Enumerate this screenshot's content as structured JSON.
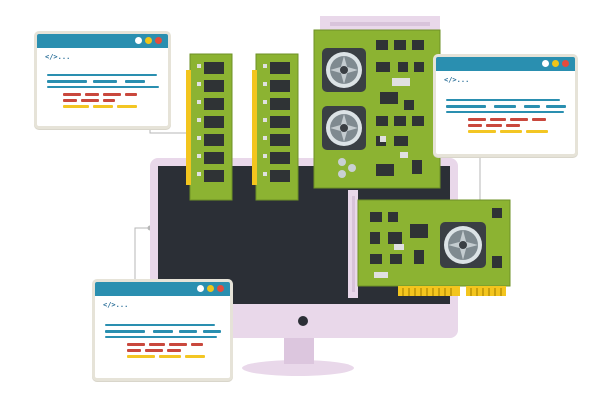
{
  "windows": [
    {
      "id": "top-left",
      "glyph": "</>..."
    },
    {
      "id": "top-right",
      "glyph": "</>..."
    },
    {
      "id": "bottom-left",
      "glyph": "</>..."
    }
  ],
  "colors": {
    "window_bar": "#2a8fb0",
    "window_border": "#e6e3d8",
    "dot_white": "#ffffff",
    "dot_yellow": "#f0c419",
    "dot_red": "#e34b3c",
    "code_blue": "#2a8fb0",
    "code_red": "#c9483d",
    "code_yellow": "#f3c623",
    "monitor_frame": "#e9d8ea",
    "monitor_screen": "#2b2f36",
    "pcb_green": "#8cb332",
    "pcb_dark": "#6e9226",
    "chip": "#2f3335",
    "gold": "#f3c51e",
    "fan_frame": "#3a3f44",
    "fan_blade": "#dce3e6",
    "bracket": "#e6e6e6",
    "connector_pink": "#f0d8ea"
  },
  "icons": [
    "code-icon",
    "fan-icon",
    "ram-module-icon",
    "graphics-card-icon",
    "monitor-icon"
  ]
}
